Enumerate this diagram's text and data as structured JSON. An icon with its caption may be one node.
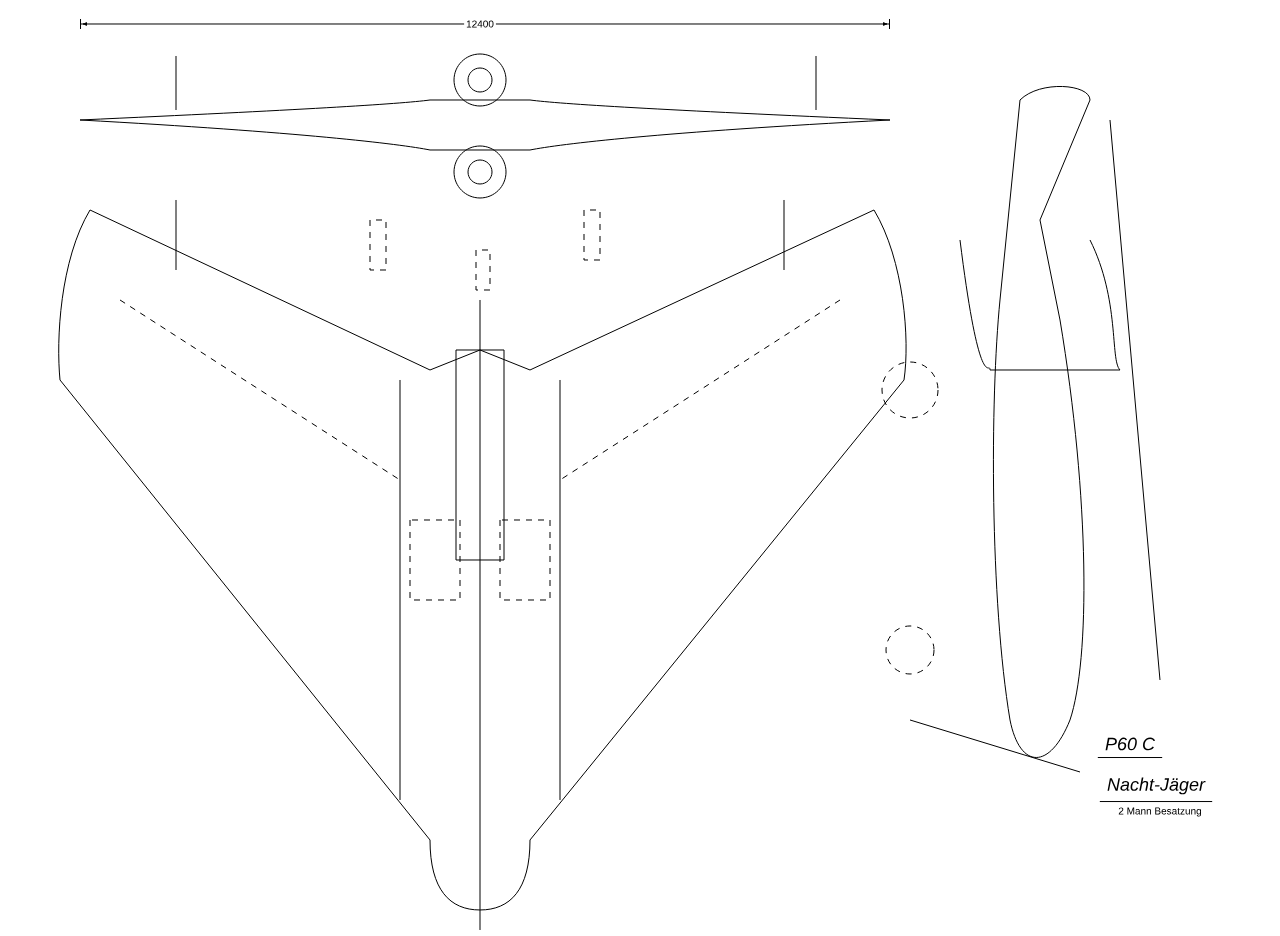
{
  "diagram": {
    "labels": [
      "12400",
      "P60 C",
      "Nacht-Jäger",
      "2 Mann Besatzung"
    ]
  }
}
